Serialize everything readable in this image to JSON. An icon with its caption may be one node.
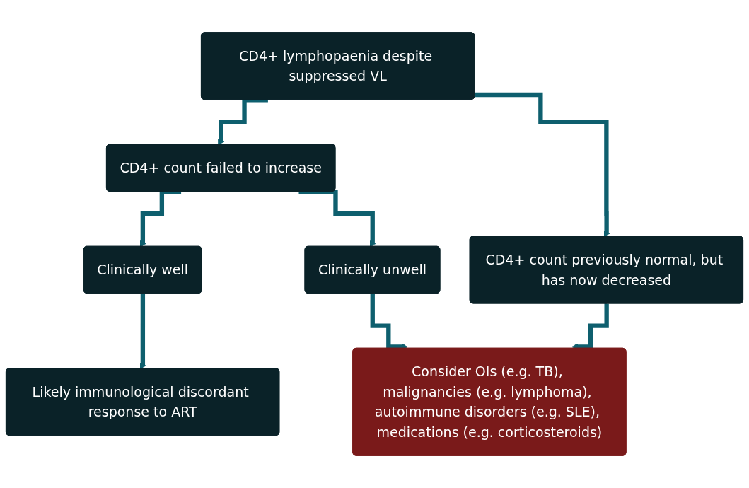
{
  "diagram": {
    "nodes": [
      {
        "text": [
          "CD4+ lymphopaenia despite suppressed VL"
        ]
      },
      {
        "text": [
          "CD4+ count failed to increase"
        ]
      },
      {
        "text": [
          "CD4+ count previously normal, but has now decreased"
        ]
      },
      {
        "text": [
          "Clinically well"
        ]
      },
      {
        "text": [
          "Clinically unwell"
        ]
      },
      {
        "text": [
          "Likely immunological discordant response to ART"
        ]
      },
      {
        "text": [
          "Consider OIs (e.g. TB), malignancies (e.g. lymphoma), autoimmune disorders (e.g. SLE), medications (e.g. corticosteroids)"
        ]
      }
    ],
    "edges": [
      {
        "from": 0,
        "to": 1,
        "arrow": "to"
      },
      {
        "from": 0,
        "to": 2,
        "arrow": "to"
      },
      {
        "from": 1,
        "to": 3,
        "arrow": "to"
      },
      {
        "from": 1,
        "to": 4,
        "arrow": "to"
      },
      {
        "from": 3,
        "to": 5,
        "arrow": "to"
      },
      {
        "from": 4,
        "to": 6,
        "arrow": "to"
      },
      {
        "from": 2,
        "to": 6,
        "arrow": "to"
      }
    ]
  }
}
